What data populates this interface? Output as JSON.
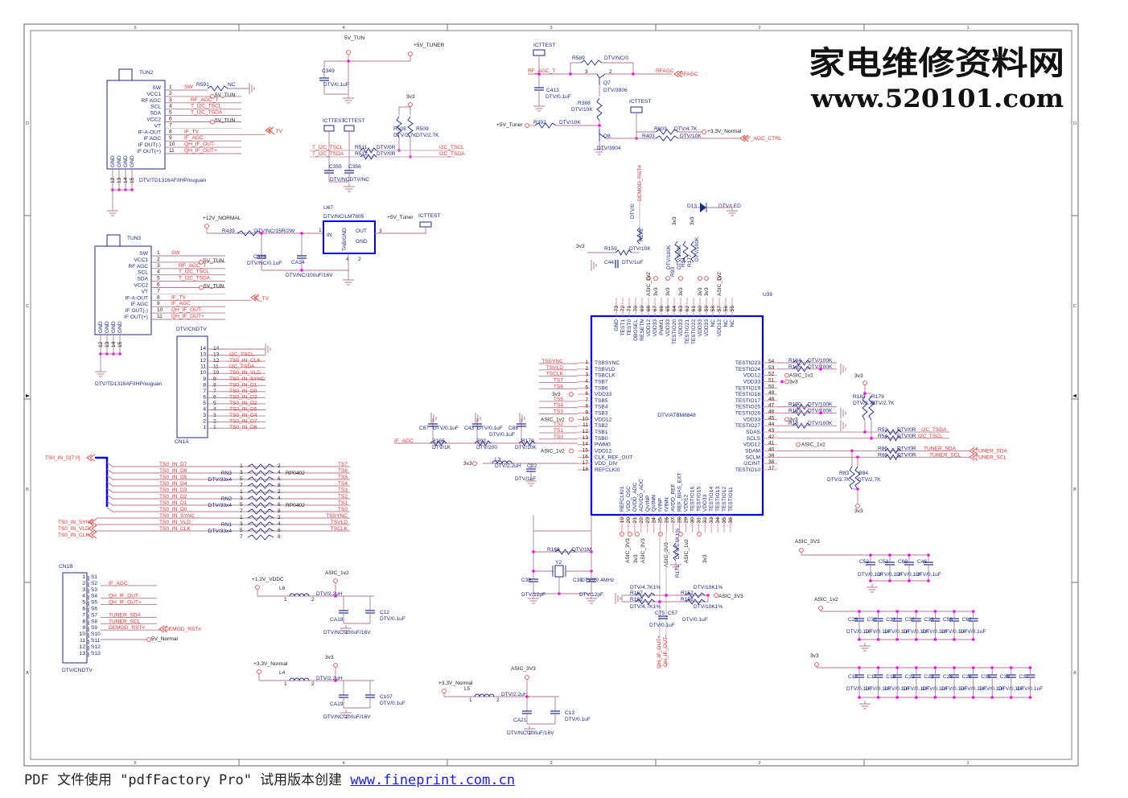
{
  "frame": {
    "cols": [
      "5",
      "4",
      "3",
      "2",
      "1"
    ],
    "rows": [
      "D",
      "C",
      "B",
      "A"
    ]
  },
  "watermark": {
    "title": "家电维修资料网",
    "url": "www.520101.com"
  },
  "footer": {
    "text": "PDF 文件使用 \"pdfFactory Pro\" 试用版本创建 ",
    "link": "www.fineprint.com.cn"
  },
  "nums": [
    "1",
    "2",
    "3",
    "4",
    "5",
    "6",
    "7",
    "8",
    "9",
    "10",
    "11",
    "12",
    "13",
    "14",
    "15",
    "16",
    "17",
    "18"
  ],
  "tun2": {
    "ref": "TUN2",
    "part": "DTV/TD1316AF/IHP/xuguan",
    "pins": [
      "SW",
      "VCC1",
      "RF AGC",
      "SCL",
      "SDA",
      "VCC2",
      "VT",
      "IF-A-OUT",
      "IF AGC",
      "IF OUT(-)",
      "IF OUT(+)"
    ],
    "gnd": [
      "GND",
      "GND",
      "GND",
      "GND"
    ],
    "gnd_nums": [
      "12",
      "13",
      "14",
      "15"
    ],
    "nets": [
      "SW",
      "5V_TUN",
      "RF_AGC_T",
      "T_I2C_TSCL",
      "T_I2C_TSDA",
      "5V_TUN",
      "",
      "IF_TV",
      "IF_AGC",
      "QH_IF_OUT-",
      "QH_IF_OUT+"
    ],
    "r": "R591",
    "nc": "NC",
    "port": "IF_TV"
  },
  "tun3": {
    "ref": "TUN3",
    "part": "DTV/TD1316AF/IHP/xuguan",
    "pins": [
      "SW",
      "VCC1",
      "RF AGC",
      "SCL",
      "SDA",
      "VCC2",
      "VT",
      "IF-A-OUT",
      "IF AGC",
      "IF OUT(-)",
      "IF OUT(+)"
    ],
    "gnd": [
      "GND",
      "GND",
      "GND",
      "GND"
    ],
    "gnd_nums": [
      "12",
      "13",
      "14",
      "15"
    ],
    "nets": [
      "SW",
      "5V_TUN",
      "RF_AGC_T",
      "T_I2C_TSCL",
      "T_I2C_TSDA",
      "5V_TUN",
      "",
      "IF_TV",
      "IF_AGC",
      "QH_IF_OUT-",
      "QH_IF_OUT+"
    ],
    "port": "IF_TV"
  },
  "cn1a": {
    "ref": "CN1A",
    "part": "DTV/CNDTV",
    "pins": [
      "14",
      "13",
      "12",
      "11",
      "10",
      "9",
      "8",
      "7",
      "6",
      "5",
      "4",
      "3",
      "2",
      "1"
    ],
    "nets": [
      "",
      "I2C_TSCL",
      "TS0_IN_CLK",
      "I2C_TSDA",
      "TS0_IN_VLD",
      "TS0_IN_SYNC",
      "TS0_IN_D1",
      "TS0_IN_D0",
      "TS0_IN_D3",
      "TS0_IN_D2",
      "TS0_IN_D5",
      "TS0_IN_D4",
      "TS0_IN_D7",
      "TS0_IN_D6"
    ]
  },
  "rn": {
    "bus": "TS0_IN_D[7:0]",
    "ports": [
      "TS0_IN_SYNC",
      "TS0_IN_VLD",
      "TS0_IN_CLK"
    ],
    "left": [
      "TS0_IN_D7",
      "TS0_IN_D6",
      "TS0_IN_D5",
      "TS0_IN_D4",
      "TS0_IN_D3",
      "TS0_IN_D2",
      "TS0_IN_D1",
      "TS0_IN_D0",
      "TS0_IN_SYNC",
      "TS0_IN_VLD",
      "TS0_IN_CLK"
    ],
    "right": [
      "TS7",
      "TS6",
      "TS5",
      "TS4",
      "TS3",
      "TS2",
      "TS1",
      "TS0",
      "TSSYNC",
      "TSVLD",
      "TSCLK"
    ],
    "lnum": [
      "1",
      "3",
      "5",
      "7",
      "1",
      "3",
      "5",
      "7",
      "1",
      "3",
      "5",
      "7"
    ],
    "rnum": [
      "2",
      "4",
      "6",
      "8",
      "2",
      "4",
      "6",
      "8",
      "2",
      "4",
      "6",
      "8"
    ],
    "refs": [
      "RN3",
      "RN2",
      "RN1"
    ],
    "val": "DTV/33x4",
    "pkg": "RP0402"
  },
  "cn1b": {
    "ref": "CN1B",
    "part": "DTV/CNDTV",
    "pins": [
      "S1",
      "S2",
      "S3",
      "S4",
      "S5",
      "S6",
      "S7",
      "S8",
      "S9",
      "S10",
      "S11",
      "S12",
      "S13"
    ],
    "nets": [
      "",
      "IF_AGC",
      "",
      "QH_IF_OUT-",
      "QH_IF_OUT+",
      "",
      "TUNER_SDA",
      "TUNER_SCL",
      "DEMOD_RST#",
      "",
      "",
      "",
      ""
    ],
    "port": "DEMOD_RST#",
    "pwr": "5V_Normal"
  },
  "reg": {
    "vin": "+12V_NORMAL",
    "r": "R439",
    "rval": "DTV/NC/15R/2W",
    "ref": "U67",
    "part": "DTV/NC/LM7805",
    "in": "IN",
    "out": "OUT",
    "tab": "TAB/GND",
    "gnd": "GND",
    "p1": "1",
    "p3": "3",
    "p4": "4",
    "p2": "2",
    "vout": "+5V_Tuner",
    "tp": "ICTTEST",
    "c1": "C329",
    "c1v": "DTV/NC/0.1uF",
    "c2": "CA14",
    "c2v": "DTV/NC/100uF/16V"
  },
  "i2c": {
    "v5": "5V_TUN",
    "v5t": "+5V_TUNER",
    "c349": "C349",
    "c349v": "DTV/0.1uF",
    "v33": "3v3",
    "tp1": "ICTTEST",
    "tp2": "ICTTEST",
    "r508": "R508",
    "r508v": "DTV/2.7K",
    "r509": "R509",
    "r509v": "DTV/2.7K",
    "tscl": "T_I2C_TSCL",
    "tsda": "T_I2C_TSDA",
    "r511": "R511",
    "r512": "R512",
    "r0a": "DTV/0R",
    "r0b": "DTV/0R",
    "scl": "I2C_TSCL",
    "sda": "I2C_TSDA",
    "c355": "C355",
    "c356": "C356",
    "cv": "DTV/NCDTV/NC"
  },
  "rfagc": {
    "tp1": "ICTTEST",
    "r589": "R589",
    "r589v": "DTV/NC/0",
    "rfagct": "RF_AGC_T",
    "p3": "3",
    "p2": "2",
    "rfagc": "RFAGC",
    "port": "RFAGC",
    "q7": "Q7",
    "q7v": "DTV/3906",
    "c413": "C413",
    "c413v": "DTV/0.1uF",
    "r388": "R388",
    "r388v": "DTV/10K",
    "tp2": "ICTTEST",
    "v5": "+5V_Tuner",
    "r392": "R392",
    "r392v": "DTV/10K",
    "q8": "Q8",
    "q8v": "DTV/3904",
    "r603": "R603",
    "r603v": "DTV/4.7K",
    "v33": "+3.3V_Normal",
    "r403": "R403",
    "r403v": "DTV/10K",
    "ctrl": "RF_AGC_CTRL"
  },
  "top": {
    "rst": "DEMOD_RST#",
    "dtv0": "DTV/0",
    "r178": "R178",
    "d13": "D13",
    "led": "DTV/LED",
    "v1": "3v3",
    "v2": "3v3",
    "v3": "3v3",
    "r159": "R159",
    "r159v": "DTV/10K",
    "c44": "C44",
    "c44v": "DTV/1uF",
    "k1": "DTV/100K",
    "k2": "DTV/100K",
    "k3": "DTV/100K",
    "r93": "R93",
    "r91": "R91",
    "r177": "R177",
    "pn": [
      "ASIC_1v2",
      "3v3",
      "3v3",
      "3v3",
      "3v3",
      "3v3",
      "ASIC_1v2"
    ]
  },
  "u39": {
    "ref": "U39",
    "part": "DTV/ATBM8848",
    "top_nums": [
      "73",
      "72",
      "71",
      "70",
      "69",
      "68",
      "67",
      "66",
      "65",
      "64",
      "63",
      "62",
      "61",
      "60",
      "59",
      "58",
      "57",
      "56",
      "55"
    ],
    "top_pins": [
      "GND",
      "TEST1",
      "TEST0",
      "DBGSEL",
      "RESETN",
      "VDD12",
      "VDD33",
      "PWM1",
      "VDD33",
      "TESTIO20",
      "VDD33",
      "TESTIO21",
      "TESTIO22",
      "VDD33",
      "VDD33",
      "NC",
      "VDD12",
      "NC",
      "NC"
    ],
    "left_pins": [
      "TSBSYNC",
      "TSBVLD",
      "TSBCLK",
      "TSB7",
      "TSB6",
      "VDD33",
      "TSB5",
      "TSB4",
      "TSB3",
      "VDD12",
      "TSB2",
      "TSB1",
      "TSB0",
      "PWM0",
      "VDD12",
      "CLK_REF_OUT",
      "VDD_DIV",
      "REFCLKI0"
    ],
    "right_nums": [
      "54",
      "53",
      "52",
      "51",
      "50",
      "49",
      "48",
      "47",
      "46",
      "45",
      "44",
      "43",
      "42",
      "41",
      "40",
      "39",
      "38",
      "37"
    ],
    "right_pins": [
      "TESTIO23",
      "TESTIO24",
      "VDD12",
      "VDD33",
      "TESTIO19",
      "TESTIO18",
      "TESTIO17",
      "TESTIO25",
      "TESTIO26",
      "VDD33",
      "TESTIO27",
      "SDAS",
      "SCLS",
      "VDD12",
      "SDAM",
      "SCLM",
      "I2CINT",
      "TESTIO10"
    ],
    "bottom_nums": [
      "19",
      "20",
      "21",
      "22",
      "23",
      "24",
      "25",
      "26",
      "27",
      "28",
      "29",
      "30",
      "31",
      "32",
      "33",
      "34",
      "35",
      "36"
    ],
    "bottom_pins": [
      "REFCLKI1",
      "VDD_OSC",
      "DVDD_ADC",
      "ADVDD_ADC",
      "QVINP",
      "QVINN",
      "IVINP",
      "IVINN",
      "AVDD_REF",
      "REF_BIAS_EXT",
      "VDD12",
      "TESTIO16",
      "TESTIO15",
      "VDD33",
      "TESTIO14",
      "TESTIO13",
      "TESTIO12",
      "TESTIO11"
    ]
  },
  "u39left": {
    "nets": [
      "TSSYNC",
      "TSVLD",
      "TSCLK",
      "TS7",
      "TS6",
      "3v3",
      "TS5",
      "TS4",
      "TS3",
      "ASIC_1v2",
      "TS2",
      "TS1",
      "TS0",
      "",
      "ASIC_1v2",
      "",
      "3v3",
      ""
    ],
    "c87": "C87",
    "c87v": "DTV/0.1uF",
    "c43": "C43",
    "c43v": "DTV/0.1uF",
    "c88": "C88",
    "c88v": "DTV/0.1uF",
    "ifagc": "IF_AGC",
    "r186": "R186",
    "r186v": "DTV/1K",
    "r92": "R92",
    "r92v": "DTV/200",
    "r170": "R170",
    "r170v": "DTV/10K",
    "l3": "L3",
    "l3v": "DTV/2.2uH",
    "c22": "C22",
    "c22v": "DTV/1uF"
  },
  "u39right": {
    "r184": "R184",
    "r185": "R185",
    "r190": "R190",
    "r187": "R187",
    "r18": "R18",
    "k": "DTV/100K",
    "asic1": "ASIC_1v2",
    "v1": "3v3",
    "v2": "3v3",
    "v3": "3v3",
    "v4": "3v3",
    "asic2": "ASIC_1v2",
    "r183": "R183",
    "r179": "R179",
    "r27": "DTV/2.7K",
    "r53": "R53",
    "r54": "R54",
    "r86": "R86",
    "r88": "R88",
    "r0": "DTV/0R",
    "i2csda": "I2C_TSDA",
    "i2cscl": "I2C_TSCL",
    "tsda": "TUNER_SDA",
    "tscl": "TUNER_SCL",
    "psda": "TUNER_SDA",
    "pscl": "TUNER_SCL",
    "r83": "R83",
    "r84": "R84"
  },
  "u39bottom": {
    "nets": [
      "ASIC_3V3",
      "3v3",
      "ASIC_3V3",
      "ASIC_3V3",
      "ASIC_1v2",
      "3v3"
    ],
    "r171": "R171",
    "r171v": "DTV/5.6K1%",
    "r166": "R166",
    "r166v": "DTV/1M",
    "y2": "Y2",
    "c38": "C38",
    "c39": "C39",
    "xtal": "DTV/20.4MHz",
    "pf": "DTV/12pF",
    "r167": "R167",
    "r169": "R169",
    "r47": "DTV/4.7K1%",
    "r152": "R152",
    "r156": "R156",
    "r10": "DTV/10K1%",
    "asic": "ASIC_3V3",
    "c75": "C75",
    "c57": "C57",
    "cv": "DTV/0.1uF",
    "ifp": "QH_IF_OUT+",
    "ifm": "QH_IF_OUT-"
  },
  "pwr": [
    {
      "vin": "+1.2V_VDDC",
      "vout": "ASIC_1v2",
      "l": "L6",
      "lv": "DTV/2.2uH",
      "ca": "CA18",
      "cav": "DTV/NC/100uF/16V",
      "c": "C12",
      "cv": "DTV/0.1uF",
      "p1": "1",
      "p2": "2"
    },
    {
      "vin": "+3.3V_Normal",
      "vout": "3v3",
      "l": "L4",
      "lv": "DTV/2.2uH",
      "ca": "CA19",
      "cav": "DTV/NC/100uF/16V",
      "c": "C107",
      "cv": "DTV/0.1uF",
      "p1": "1",
      "p2": "2"
    },
    {
      "vin": "+3.3V_Normal",
      "vout": "ASIC_3V3",
      "l": "L5",
      "lv": "DTV/2.2uH",
      "ca": "CA21",
      "cav": "DTV/NC/100uF/16V",
      "c": "C13",
      "cv": "DTV/0.1uF",
      "p1": "1",
      "p2": "2"
    }
  ],
  "caps": [
    {
      "rail": "ASIC_3V3",
      "refs": [
        "C52",
        "C53",
        "C69",
        "C46"
      ],
      "val": "DTV/0.1uF"
    },
    {
      "rail": "ASIC_1v2",
      "refs": [
        "C29",
        "C30",
        "C31",
        "C32",
        "C33",
        "C58",
        "C62"
      ],
      "val": "DTV/0.1uF"
    },
    {
      "rail": "3v3",
      "refs": [
        "C14",
        "C17",
        "C18",
        "C21",
        "C23",
        "C25",
        "C26",
        "C35",
        "C36",
        "C37"
      ],
      "val": "DTV/0.1uF"
    }
  ],
  "colors": {
    "net": "#e8322d",
    "ref": "#1c2a8a",
    "wire": "#b07890",
    "junction": "#ff00ff",
    "chip": "#0000ff"
  }
}
